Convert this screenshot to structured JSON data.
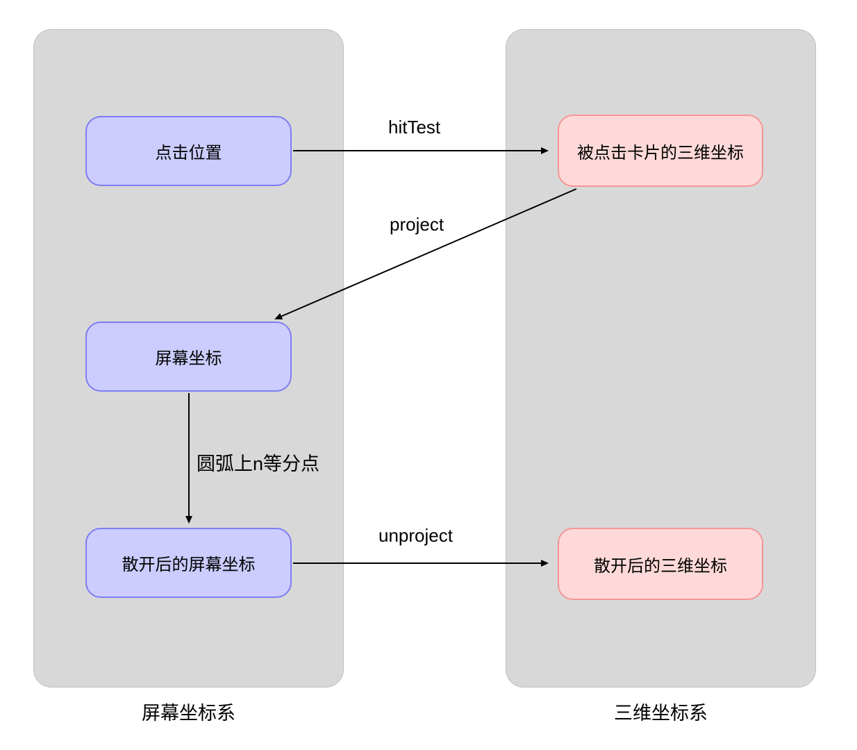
{
  "page": {
    "background": "#ffffff"
  },
  "diagram": {
    "containers": {
      "screen_system": {
        "label": "屏幕坐标系"
      },
      "world_system": {
        "label": "三维坐标系"
      }
    },
    "nodes": {
      "click_position": {
        "label": "点击位置"
      },
      "screen_coord": {
        "label": "屏幕坐标"
      },
      "spread_screen_coord": {
        "label": "散开后的屏幕坐标"
      },
      "clicked_card_3d_coord": {
        "label": "被点击卡片的三维坐标"
      },
      "spread_3d_coord": {
        "label": "散开后的三维坐标"
      }
    },
    "edges": {
      "hittest": {
        "label": "hitTest",
        "from": "click_position",
        "to": "clicked_card_3d_coord"
      },
      "project": {
        "label": "project",
        "from": "clicked_card_3d_coord",
        "to": "screen_coord"
      },
      "arc_n_points": {
        "label": "圆弧上n等分点",
        "from": "screen_coord",
        "to": "spread_screen_coord"
      },
      "unproject": {
        "label": "unproject",
        "from": "spread_screen_coord",
        "to": "spread_3d_coord"
      }
    },
    "colors": {
      "container_fill": "#d8d8d8",
      "container_border": "#bfbfbf",
      "screen_node_fill": "#ccccff",
      "screen_node_border": "#7d7df3",
      "world_node_fill": "#ffd9d9",
      "world_node_border": "#f59696",
      "arrow": "#000000"
    }
  }
}
